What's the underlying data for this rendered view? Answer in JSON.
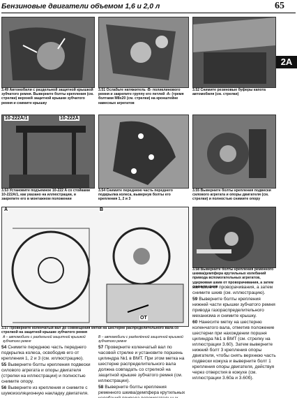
{
  "header": {
    "title": "Бензиновые двигатели объемом 1,6 и 2,0 л",
    "page_number": "65",
    "section_tab": "2A"
  },
  "colors": {
    "tab_bg": "#111111",
    "photo_bg": "#777777"
  },
  "figures": [
    {
      "id": "3.49",
      "caption": "3.49 Автомобили с раздельной защитной крышкой зубчатого ремня. Выверните болты крепления (см. стрелки) верхней защитной крышки зубчатого ремня и снимите крышку"
    },
    {
      "id": "3.51",
      "caption": "3.51 Ослабьте натяжитель -B- поликлинового ремня и закрепите группу его петлей -A- (тремя болтами M8x20 (см. стрелки) на кронштейне навесных агрегатов"
    },
    {
      "id": "3.52",
      "caption": "3.52 Снимите резиновые буферы капота автомобиля (см. стрелки)"
    },
    {
      "id": "3.53",
      "caption": "3.53 Установите подъемное 10-222 A со стойками 10-222A/1, как указано на иллюстрации, и закрепите его в монтажном положении",
      "label_a": "10-222A/1",
      "label_b": "10-222A"
    },
    {
      "id": "3.54",
      "caption": "3.54 Снимите переднюю часть переднего подкрылка колеса, вывернув болты его крепления 1, 2 и 3"
    },
    {
      "id": "3.55",
      "caption": "3.55 Выверните болты крепления подвески силового агрегата и опоры двигателя (см. стрелки) и полностью снимите опору"
    },
    {
      "id": "3.57",
      "caption": "3.57 Проверните коленчатый вал до совмещения метки на шестерне распределительного вала со стрелкой на защитной крышке зубчатого ремня",
      "sub_a": "A – автомобили с раздельной защитной крышкой зубчатого ремня",
      "sub_b": "B – автомобили с разделённой защитной крышкой зубчатого ремня",
      "label_a": "A",
      "label_b": "B",
      "label_ot": "OT"
    },
    {
      "id": "3.58",
      "caption": "3.58 Выверните болты крепления ременного шкива/демпфера крутильных колебаний привода вспомогательных агрегатов, удерживая шкив от проворачивания, а затем снимите шкив"
    }
  ],
  "body_columns": [
    [
      {
        "num": "54",
        "text": "Снимите переднюю часть переднего подкрылка колеса, освободив его от крепления 1, 2 и 3 (см. иллюстрацию)."
      },
      {
        "num": "55",
        "text": "Выверните болты крепления подвески силового агрегата и опоры двигателя (стрелки на иллюстрации) и полностью снимите опору."
      },
      {
        "num": "56",
        "text": "Выверните из крепления и снимите с шумоизоляционную накладку двигателя."
      }
    ],
    [
      {
        "num": "57",
        "text": "Проверните коленчатый вал по часовой стрелке и установите поршень цилиндра №1 в ВМТ. При этом метка на шестерне распределительного вала должна совпадать со стрелкой на защитной крышке зубчатого ремня (см. иллюстрации)."
      },
      {
        "num": "58",
        "text": "Выверните болты крепления ременного шкива/демпфера крутильных колебаний привода вспомогательных агрегатов, удерж-"
      }
    ],
    [
      {
        "num": "",
        "text": "вая шкив от проворачивания, а затем снимите шкив (см. иллюстрацию)."
      },
      {
        "num": "59",
        "text": "Выверните болты крепления нижней части крышки зубчатого ремня привода газораспределительного механизма и снимите крышку."
      },
      {
        "num": "60",
        "text": "Нанесите метку на шестерню коленчатого вала, отметив положение шестерни при нахождении поршня цилиндра №1 в ВМТ (см. стрелку на иллюстрации 3.60). Затем выверните нижний болт 3 крепления опоры двигателя, чтобы снять верхнюю часть подвески кожуха и выверните болт 1 крепления опоры двигателя, действуя через отверстия в кожухе (см. иллюстрации 3.60а и 3.60б)."
      }
    ]
  ]
}
